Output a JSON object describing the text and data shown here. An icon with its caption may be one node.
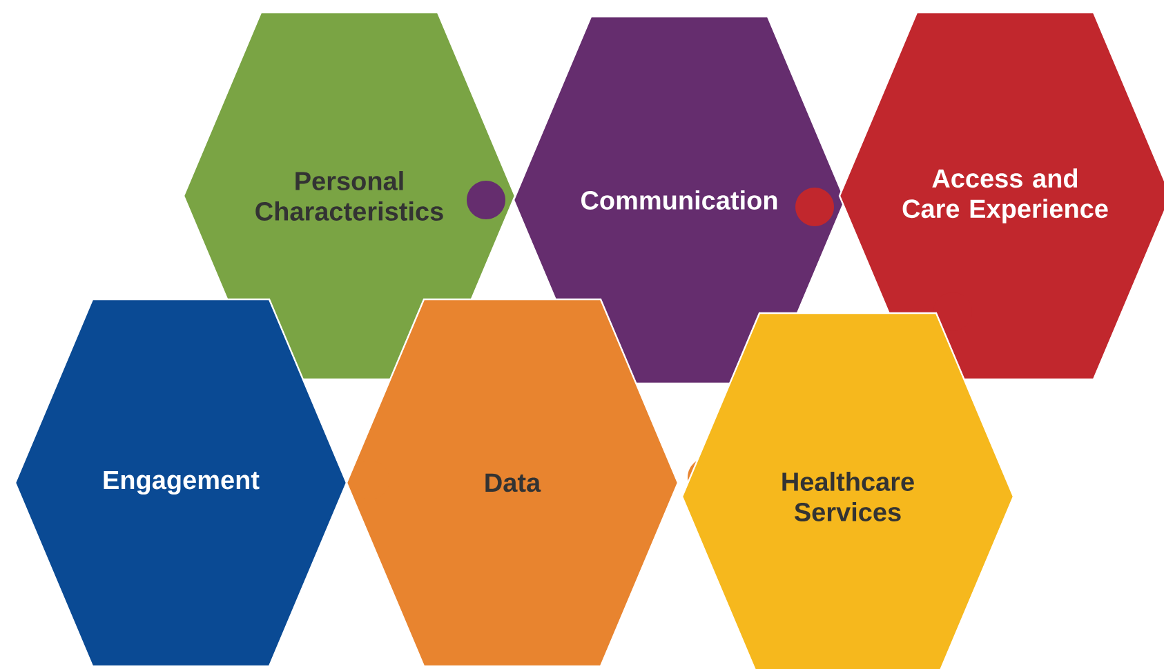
{
  "diagram": {
    "nodes": [
      {
        "text": [
          "Personal Characteristics"
        ]
      },
      {
        "text": [
          "Communication"
        ]
      },
      {
        "text": [
          "Access and Care Experience"
        ]
      },
      {
        "text": [
          "Engagement"
        ]
      },
      {
        "text": [
          "Data"
        ]
      },
      {
        "text": [
          "Healthcare Services"
        ]
      }
    ]
  }
}
